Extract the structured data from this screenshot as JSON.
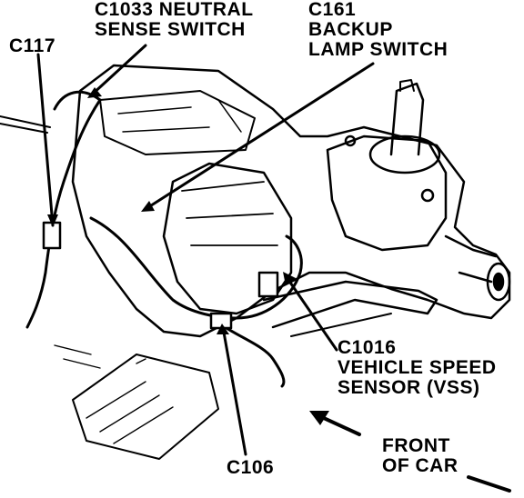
{
  "callouts": {
    "c1033": {
      "line1": "C1033 NEUTRAL",
      "line2": "SENSE SWITCH"
    },
    "c161": {
      "line1": "C161",
      "line2": "BACKUP",
      "line3": "LAMP SWITCH"
    },
    "c117": {
      "line1": "C117"
    },
    "c1016": {
      "line1": "C1016",
      "line2": "VEHICLE SPEED",
      "line3": "SENSOR (VSS)"
    },
    "c106": {
      "line1": "C106"
    },
    "front": {
      "line1": "FRONT",
      "line2": "OF CAR"
    }
  },
  "colors": {
    "ink": "#000000",
    "paper": "#ffffff"
  },
  "icons": [
    "transmission-drawing",
    "shift-lever-icon",
    "front-of-car-arrow-icon"
  ]
}
